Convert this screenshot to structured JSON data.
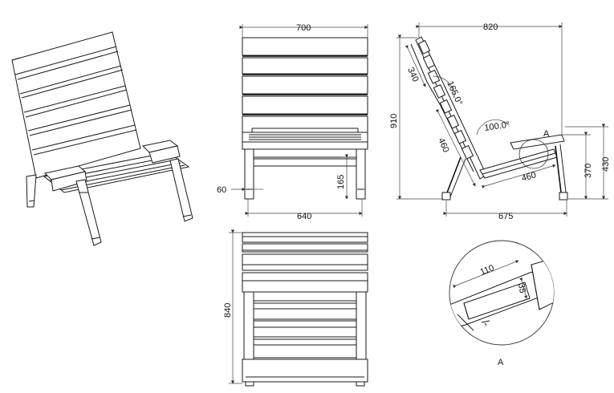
{
  "front_view": {
    "width_label": "700",
    "inner_width_label": "640",
    "leg_label": "60",
    "height_label": "165"
  },
  "side_view": {
    "depth_label": "820",
    "height_label": "910",
    "back_label": "340",
    "back_angle_label": "165.0°",
    "seat_angle_label": "100.0°",
    "seat_diag_label": "460",
    "seat_len_label": "460",
    "seat_height_label": "370",
    "arm_height_label": "430",
    "foot_span_label": "675",
    "detail_marker": "A"
  },
  "top_view": {
    "depth_label": "840"
  },
  "detail_view": {
    "width_label": "110",
    "height_label": "35",
    "title": "A"
  }
}
